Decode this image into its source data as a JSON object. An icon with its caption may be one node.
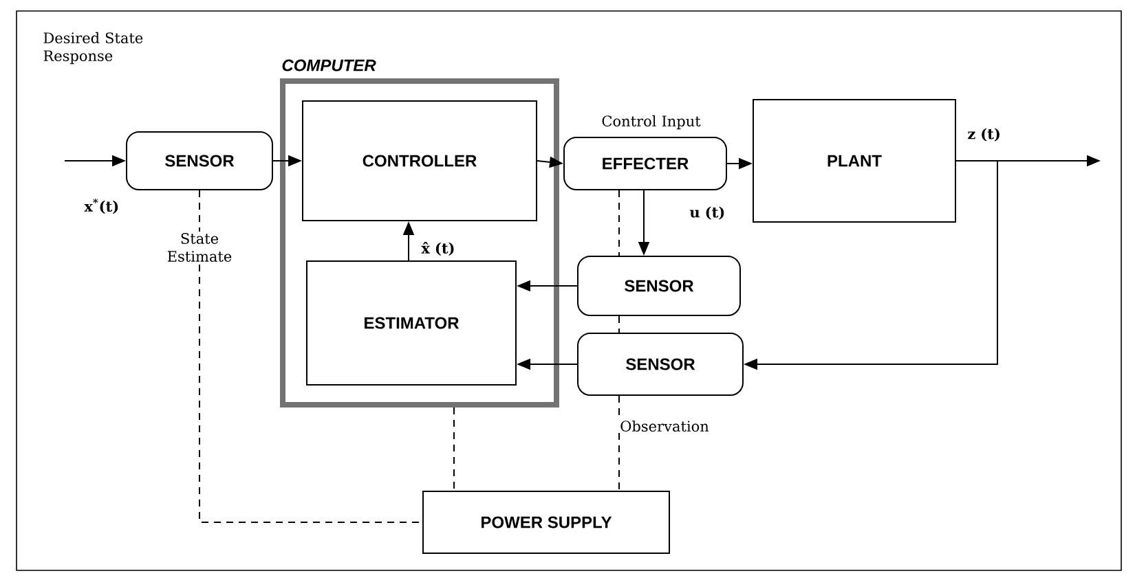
{
  "diagram": {
    "nodes": [
      {
        "text": [
          "COMPUTER"
        ]
      },
      {
        "text": [
          "SENSOR"
        ]
      },
      {
        "text": [
          "CONTROLLER"
        ],
        "in": 0
      },
      {
        "text": [
          "ESTIMATOR"
        ],
        "in": 0
      },
      {
        "text": [
          "EFFECTER"
        ]
      },
      {
        "text": [
          "PLANT"
        ]
      },
      {
        "text": [
          "SENSOR"
        ]
      },
      {
        "text": [
          "SENSOR"
        ]
      },
      {
        "text": [
          "POWER SUPPLY"
        ]
      }
    ],
    "edges": [
      {
        "from": null,
        "to": 1,
        "arrow": "to"
      },
      {
        "from": 1,
        "to": 2,
        "arrow": "to"
      },
      {
        "from": 2,
        "to": 4,
        "arrow": "to"
      },
      {
        "from": 4,
        "to": 5,
        "arrow": "to"
      },
      {
        "from": 5,
        "to": null,
        "arrow": "to"
      },
      {
        "from": 5,
        "to": 7,
        "arrow": "to"
      },
      {
        "from": 4,
        "to": 6,
        "arrow": "to"
      },
      {
        "from": 4,
        "to": 6,
        "arrow": "none",
        "style": "dashed"
      },
      {
        "from": 6,
        "to": 7,
        "arrow": "none",
        "style": "dashed"
      },
      {
        "from": 7,
        "to": 8,
        "arrow": "none",
        "style": "dashed",
        "label": "Observation"
      },
      {
        "from": 3,
        "to": 2,
        "arrow": "to"
      },
      {
        "from": 6,
        "to": 3,
        "arrow": "to"
      },
      {
        "from": 7,
        "to": 3,
        "arrow": "to"
      },
      {
        "from": 0,
        "to": 8,
        "arrow": "none",
        "style": "dashed"
      },
      {
        "from": 1,
        "to": 8,
        "arrow": "none",
        "style": "dashed",
        "label": "State Estimate"
      }
    ],
    "labels": [
      "Desired State Response",
      "x$^{*}$(t)",
      "Control Input",
      "z (t)",
      "u (t)",
      "x̂ (t)"
    ]
  }
}
